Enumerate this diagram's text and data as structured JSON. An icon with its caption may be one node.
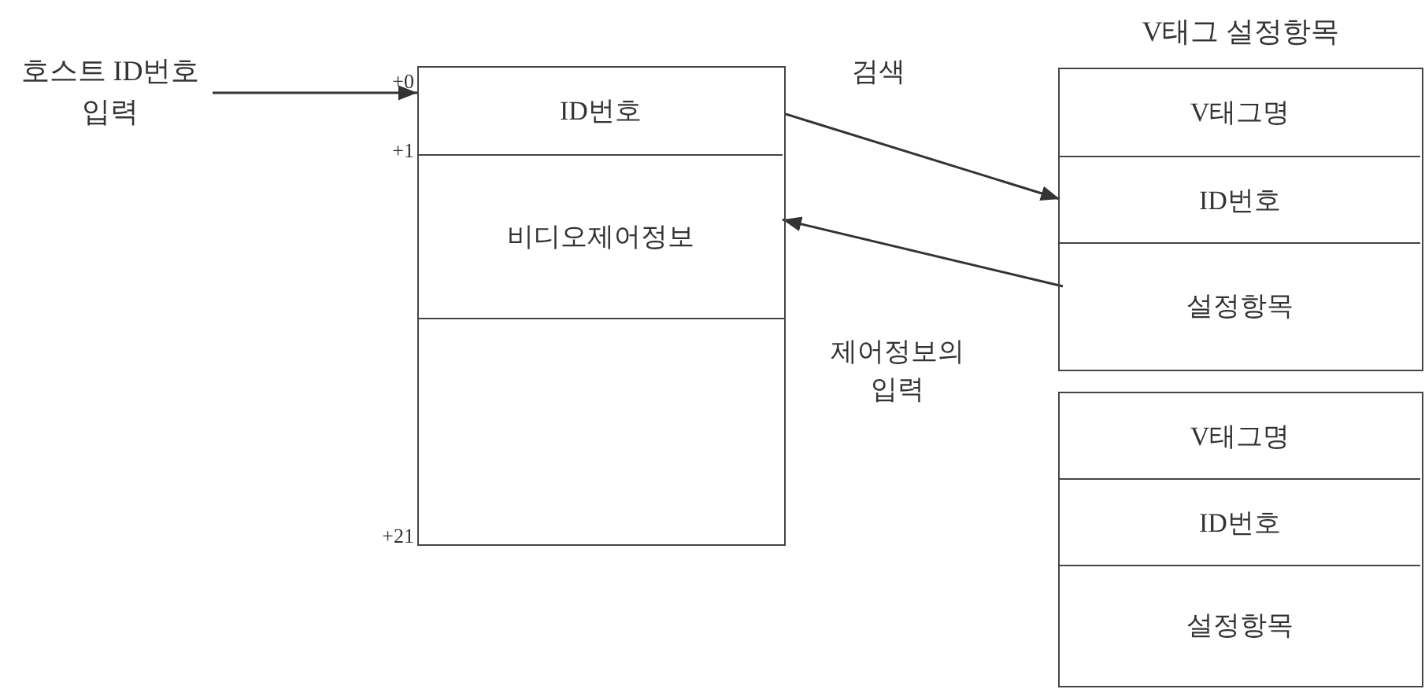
{
  "diagram": {
    "nodes": [
      {
        "text": [
          "호스트 ID번호입력"
        ]
      },
      {
        "text": [],
        "shape": "box"
      },
      {
        "text": [
          "ID번호"
        ],
        "in": 1
      },
      {
        "text": [
          "비디오제어정보"
        ],
        "in": 1
      },
      {
        "text": [],
        "shape": "box",
        "in": 1
      },
      {
        "text": [],
        "shape": "box"
      },
      {
        "text": [
          "V태그명"
        ],
        "in": 5
      },
      {
        "text": [
          "ID번호"
        ],
        "in": 5
      },
      {
        "text": [
          "설정항목"
        ],
        "in": 5
      },
      {
        "text": [],
        "shape": "box"
      },
      {
        "text": [
          "V태그명"
        ],
        "in": 9
      },
      {
        "text": [
          "ID번호"
        ],
        "in": 9
      },
      {
        "text": [
          "설정항목"
        ],
        "in": 9
      }
    ],
    "edges": [
      {
        "from": 0,
        "to": 1,
        "arrow": "to"
      },
      {
        "from": 1,
        "to": 7,
        "arrow": "to",
        "label": "검색"
      },
      {
        "from": 8,
        "to": 3,
        "arrow": "to",
        "label": "제어정보의 입력"
      }
    ],
    "labels": [
      "V태그 설정항목",
      "+0",
      "+1",
      "+21"
    ]
  }
}
